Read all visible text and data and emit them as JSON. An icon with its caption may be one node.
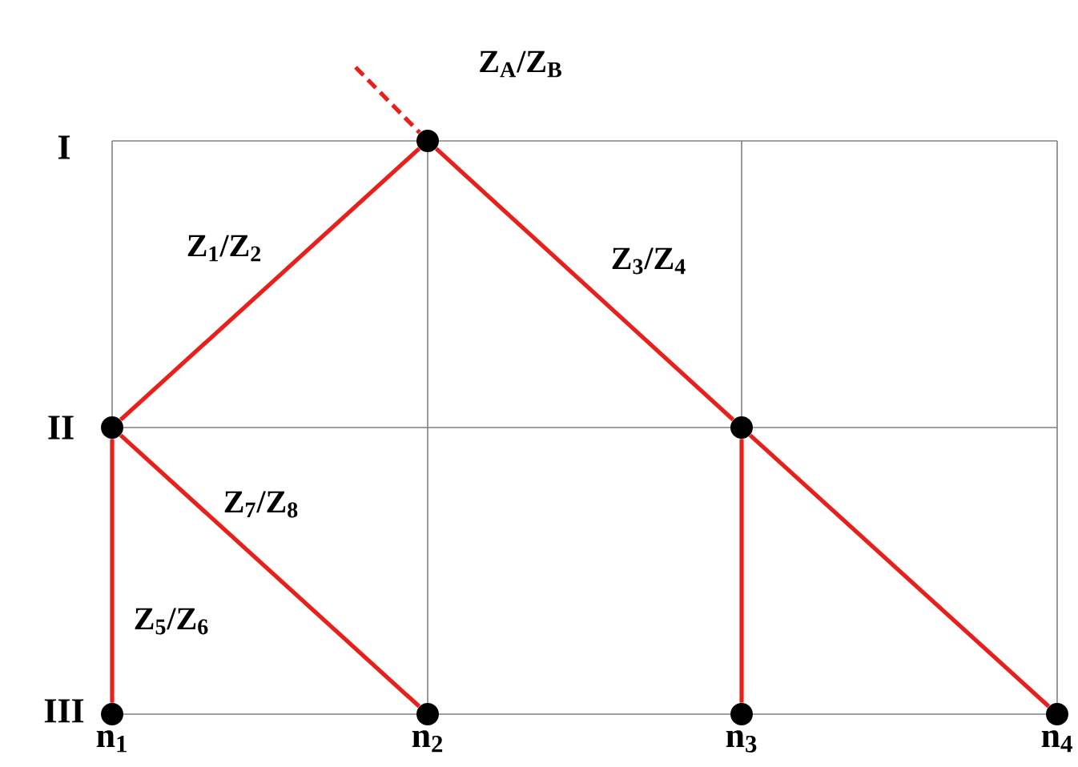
{
  "diagram": {
    "nodes": [
      {
        "text": [],
        "shape": "circle"
      },
      {
        "text": [],
        "shape": "circle"
      },
      {
        "text": [],
        "shape": "circle"
      },
      {
        "text": [],
        "shape": "circle",
        "beside": [
          "n$_{1}$"
        ]
      },
      {
        "text": [],
        "shape": "circle",
        "beside": [
          "n$_{2}$"
        ]
      },
      {
        "text": [],
        "shape": "circle",
        "beside": [
          "n$_{3}$"
        ]
      },
      {
        "text": [],
        "shape": "circle",
        "beside": [
          "n$_{4}$"
        ]
      }
    ],
    "edges": [
      {
        "from": null,
        "to": 0,
        "arrow": "none",
        "label": "Z$_{A}$/Z$_{B}$",
        "style": "dashed"
      },
      {
        "from": 1,
        "to": 0,
        "arrow": "none",
        "label": "Z$_{1}$/Z$_{2}$"
      },
      {
        "from": 0,
        "to": 2,
        "arrow": "none",
        "label": "Z$_{3}$/Z$_{4}$"
      },
      {
        "from": 1,
        "to": 3,
        "arrow": "none",
        "label": "Z$_{5}$/Z$_{6}$"
      },
      {
        "from": 1,
        "to": 4,
        "arrow": "none",
        "label": "Z$_{7}$/Z$_{8}$"
      },
      {
        "from": 2,
        "to": 5,
        "arrow": "none"
      },
      {
        "from": 2,
        "to": 6,
        "arrow": "none"
      }
    ],
    "labels": [
      "I",
      "II",
      "III"
    ]
  }
}
